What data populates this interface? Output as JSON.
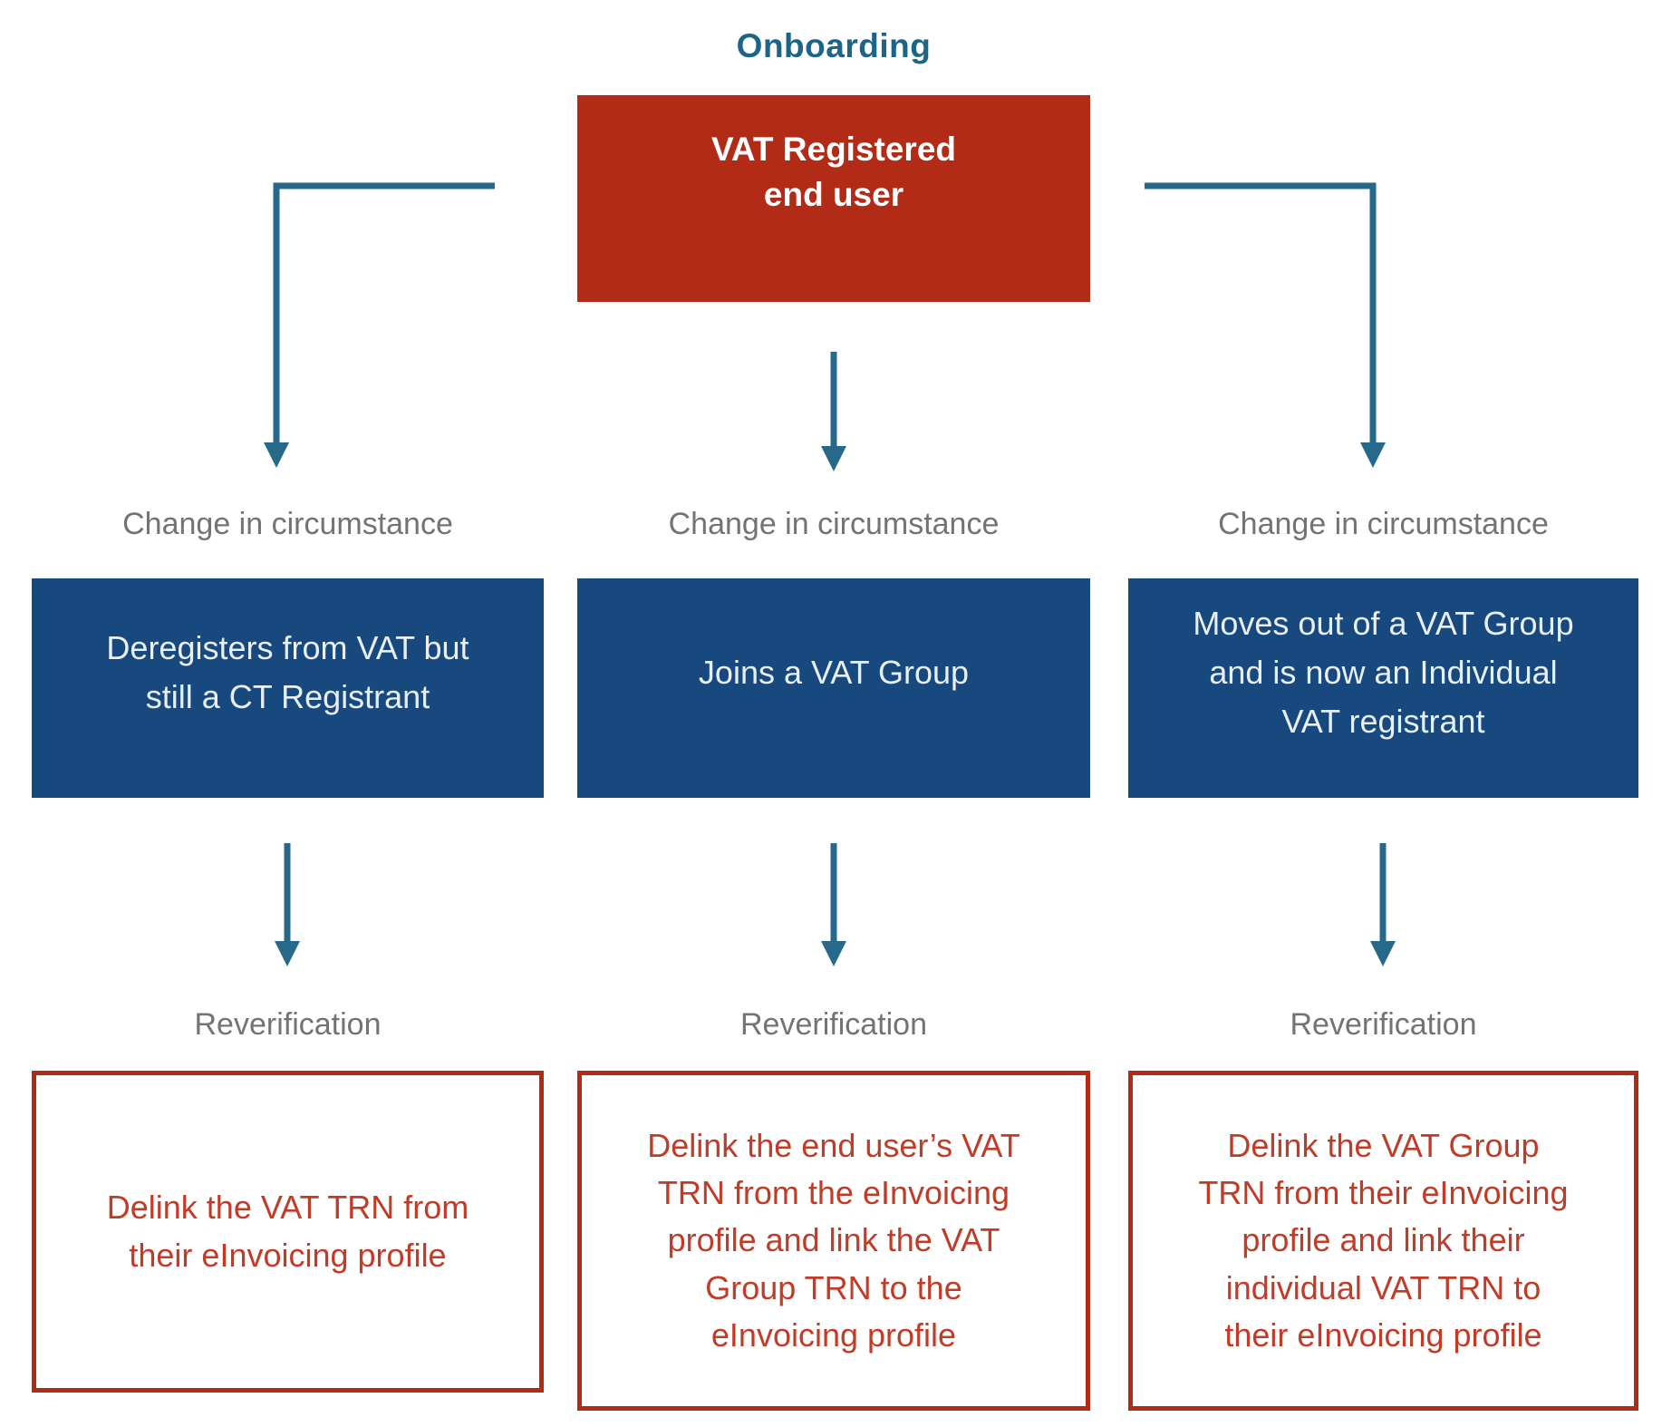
{
  "title": "Onboarding",
  "root_box": {
    "label": "VAT Registered\nend user"
  },
  "columns": [
    {
      "change_label": "Change in circumstance",
      "change_box": "Deregisters from VAT but\nstill a CT Registrant",
      "reverify_label": "Reverification",
      "action_box": "Delink the VAT TRN from\ntheir eInvoicing profile"
    },
    {
      "change_label": "Change in circumstance",
      "change_box": "Joins a VAT Group",
      "reverify_label": "Reverification",
      "action_box": "Delink the end user’s VAT\nTRN from the eInvoicing\nprofile and link the VAT\nGroup TRN to the\neInvoicing profile"
    },
    {
      "change_label": "Change in circumstance",
      "change_box": "Moves out of a VAT Group\nand is now an Individual\nVAT registrant",
      "reverify_label": "Reverification",
      "action_box": "Delink the VAT Group\nTRN from their eInvoicing\nprofile and link their\nindividual VAT TRN to\ntheir eInvoicing profile"
    }
  ],
  "colors": {
    "root_box_fill": "#B22B17",
    "change_box_fill": "#17487E",
    "arrow": "#27698B",
    "title_text": "#1C6586",
    "label_gray": "#737373",
    "action_text": "#C13B27",
    "action_border": "#B22B17"
  }
}
